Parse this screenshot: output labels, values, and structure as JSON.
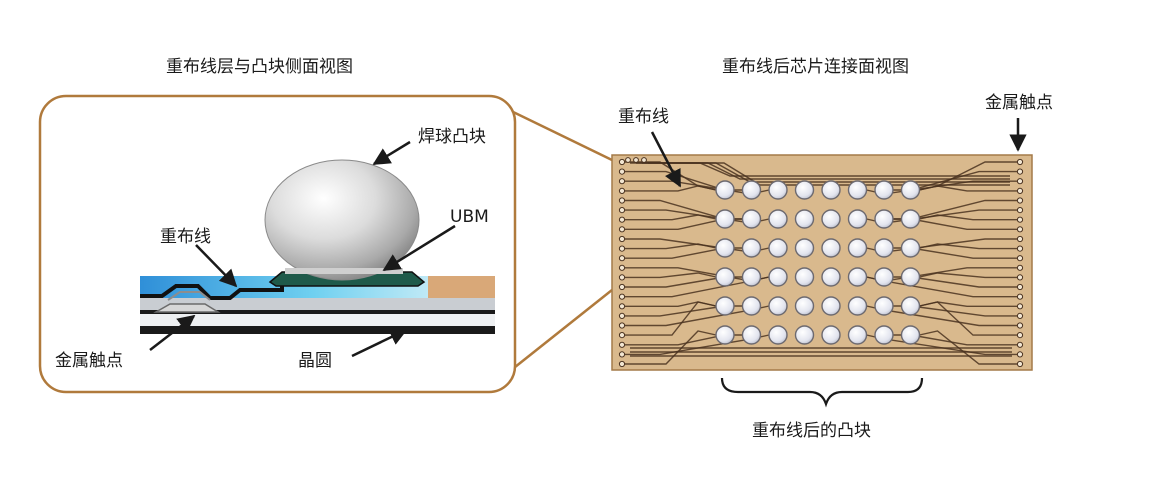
{
  "left_panel": {
    "title": "重布线层与凸块侧面视图",
    "labels": {
      "solder_ball": "焊球凸块",
      "ubm": "UBM",
      "rdl": "重布线",
      "metal_contact": "金属触点",
      "wafer": "晶圆"
    }
  },
  "right_panel": {
    "title": "重布线后芯片连接面视图",
    "labels": {
      "rdl": "重布线",
      "metal_contact": "金属触点",
      "bumps": "重布线后的凸块"
    },
    "bump_grid": {
      "rows": 6,
      "cols": 8
    }
  },
  "colors": {
    "frame_brown": "#b07a3c",
    "chip_tan": "#d9b98d",
    "trace_dark": "#4a3220",
    "passivation_blue": "#59b9e8",
    "ubm_green": "#1f5a4a",
    "wafer_black": "#1a1a1a",
    "bump_fill": "#e4e6f0"
  }
}
